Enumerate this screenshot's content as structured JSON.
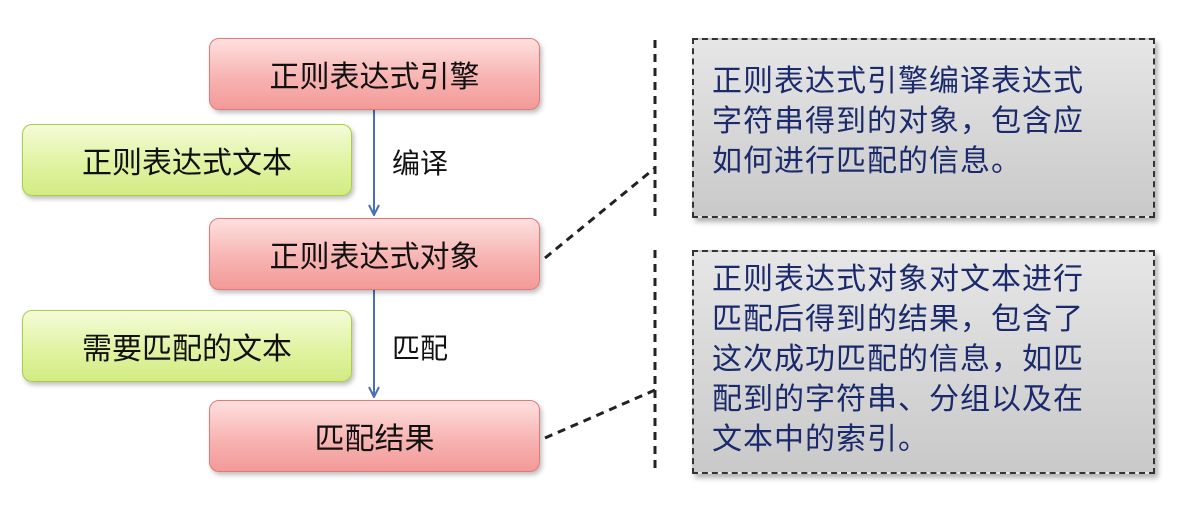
{
  "nodes": {
    "engine": "正则表达式引擎",
    "regex_text": "正则表达式文本",
    "regex_object": "正则表达式对象",
    "match_text": "需要匹配的文本",
    "match_result": "匹配结果"
  },
  "edges": {
    "compile": "编译",
    "match": "匹配"
  },
  "notes": {
    "object_note": [
      "正则表达式引擎编译表达式",
      "字符串得到的对象，包含应",
      "如何进行匹配的信息。"
    ],
    "result_note": [
      "正则表达式对象对文本进行",
      "匹配后得到的结果，包含了",
      "这次成功匹配的信息，如匹",
      "配到的字符串、分组以及在",
      "文本中的索引。"
    ]
  },
  "colors": {
    "red_box": "#f7b4b2",
    "green_box": "#e1f3a2",
    "note_bg": "#d0d0d0",
    "note_text": "#1a2a6c",
    "arrow": "#4a6fb5"
  }
}
